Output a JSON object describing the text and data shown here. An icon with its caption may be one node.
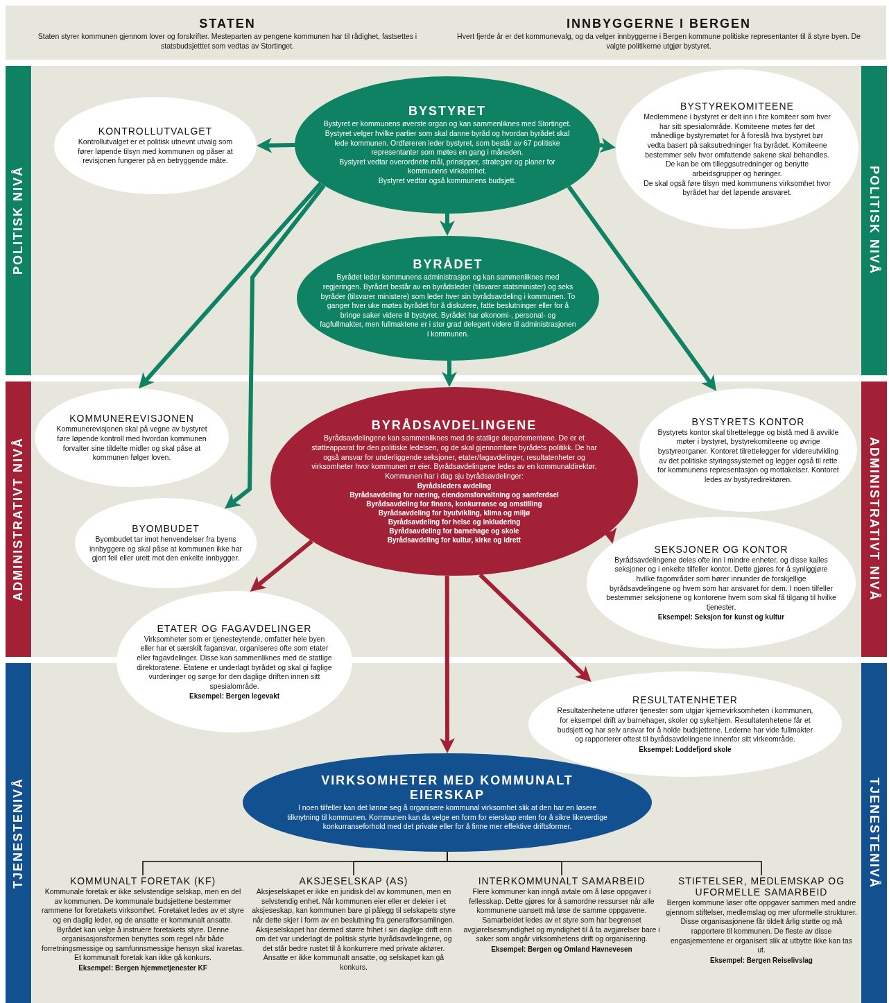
{
  "diagram": {
    "nodes": [
      {
        "text": [
          "STATEN",
          "Staten styrer kommunen gjennom lover og forskrifter. Mesteparten av pengene kommunen har til rådighet, fastsettes i statsbudsjetttet som vedtas av Stortinget."
        ]
      },
      {
        "text": [
          "INNBYGGERNE I BERGEN",
          "Hvert fjerde år er det kommunevalg, og da velger innbyggerne i Bergen kommune politiske representanter til å styre byen. De valgte politikerne utgjør bystyret."
        ]
      },
      {
        "text": [
          "KONTROLLUTVALGET",
          "Kontrollutvalget er et politisk utnevnt utvalg som fører løpende tilsyn med kommunen og påser at revisjonen fungerer på en betryggende måte."
        ]
      },
      {
        "text": [
          "BYSTYRET",
          "Bystyret er kommunens øverste organ og kan sammenliknes med Stortinget. Bystyret velger hvilke partier som skal danne byråd og hvordan byrådet skal lede kommunen. Ordføreren leder bystyret, som består av 67 politiske representanter som møtes en gang i måneden.",
          "Bystyret vedtar overordnete mål, prinsipper, strategier og planer for kommunens virksomhet.",
          "Bystyret vedtar også kommunens budsjett."
        ]
      },
      {
        "text": [
          "BYSTYREKOMITEENE",
          "Medlemmene i bystyret er delt inn i fire komiteer som hver har sitt spesialområde. Komiteene møtes før det månedlige bystyremøtet for å foreslå hva bystyret bør vedta basert på saksutredninger fra byrådet. Komiteene bestemmer selv hvor omfattende sakene skal behandles. De kan be om tilleggsutredninger og benytte arbeidsgrupper og høringer.",
          "De skal også føre tilsyn med kommunens virksomhet hvor byrådet har det løpende ansvaret."
        ]
      },
      {
        "text": [
          "BYRÅDET",
          "Byrådet leder kommunens administrasjon og kan sammenliknes med regjeringen. Byrådet består av en byrådsleder (tilsvarer statsminister) og seks byråder (tilsvarer ministere) som leder hver sin byrådsavdeling i kommunen. To ganger hver uke møtes byrådet for å diskutere, fatte beslutninger eller for å bringe saker videre til bystyret. Byrådet har økonomi-, personal- og fagfullmakter, men fullmaktene er i stor grad delegert videre til administrasjonen i kommunen."
        ]
      },
      {
        "text": [
          "KOMMUNEREVISJONEN",
          "Kommunerevisjonen skal på vegne av bystyret føre løpende kontroll med hvordan kommunen forvalter sine tildelte midler og skal påse at kommunen følger loven."
        ]
      },
      {
        "text": [
          "BYRÅDSAVDELINGENE",
          "Byrådsavdelingene kan sammenliknes med de statlige departementene. De er et støtteapparat for den politiske ledelsen, og de skal gjennomføre byrådets politikk. De har også ansvar for underliggende seksjoner, etater/fagavdelinger, resultatenheter og virksomheter hvor kommunen er eier. Byrådsavdelingene ledes av en kommunaldirektør. Kommunen har i dag sju byrådsavdelinger:",
          "Byrådsleders avdeling",
          "Byrådsavdeling for næring, eiendomsforvaltning og samferdsel",
          "Byrådsavdeling for finans, konkurranse og omstilling",
          "Byrådsavdeling for byutvikling, klima og miljø",
          "Byrådsavdeling for helse og inkludering",
          "Byrådsavdeling for barnehage og skole",
          "Byrådsavdeling for kultur, kirke og idrett"
        ]
      },
      {
        "text": [
          "BYSTYRETS KONTOR",
          "Bystyrets kontor skal tilrettelegge og bistå med å avvikle møter i bystyret, bystyrekomiteene og øvrige bystyreorganer. Kontoret tilrettelegger for videreutvikling av det politiske styringssystemet og legger også til rette for kommunens representasjon og mottakelser. Kontoret ledes av bystyredirektøren."
        ]
      },
      {
        "text": [
          "BYOMBUDET",
          "Byombudet tar imot henvendelser fra byens innbyggere og skal påse at kommunen ikke har gjort feil eller urett mot den enkelte innbygger."
        ]
      },
      {
        "text": [
          "SEKSJONER OG KONTOR",
          "Byrådsavdelingene deles ofte inn i mindre enheter, og disse kalles seksjoner og i enkelte tilfeller kontor. Dette gjøres for å synliggjøre hvilke fagområder som hører innunder de forskjellige byrådsavdelingene og hvem som har ansvaret for dem. I noen tilfeller bestemmer seksjonene og kontorene hvem som skal få tilgang til hvilke tjenester.",
          "Eksempel: Seksjon for kunst og kultur"
        ]
      },
      {
        "text": [
          "ETATER OG FAGAVDELINGER",
          "Virksomheter som er tjenesteytende, omfatter hele byen eller har et særskilt fagansvar, organiseres ofte som etater eller fagavdelinger. Disse kan sammenliknes med de statlige direktoratene. Etatene er underlagt byrådet og skal gi faglige vurderinger og sørge for den daglige driften innen sitt spesialområde.",
          "Eksempel: Bergen legevakt"
        ]
      },
      {
        "text": [
          "RESULTATENHETER",
          "Resultatenhetene utfører tjenester som utgjør kjernevirksomheten i kommunen, for eksempel drift av barnehager, skoler og sykehjem. Resultatenhetene får et budsjett og har selv ansvar for å holde budsjettene. Lederne har vide fullmakter og rapporterer oftest til byrådsavdelingene innenfor sitt virkeområde.",
          "Eksempel: Loddefjord skole"
        ]
      },
      {
        "text": [
          "VIRKSOMHETER MED KOMMUNALT EIERSKAP",
          "I noen tilfeller kan det lønne seg å organisere kommunal virksomhet slik at den har en løsere tilknytning til kommunen. Kommunen kan da velge en form for eierskap enten for å sikre likeverdige konkurranseforhold med det private eller for å finne mer effektive driftsformer."
        ]
      },
      {
        "text": [
          "KOMMUNALT FORETAK (KF)",
          "Kommunale foretak er ikke selvstendige selskap, men en del av kommunen. De kommunale budsjettene bestemmer rammene for foretakets virksomhet. Foretaket ledes av et styre og en daglig leder, og de ansatte er kommunalt ansatte. Byrådet kan velge å instruere foretakets styre. Denne organisasjonsformen benyttes som regel når både forretningsmessige og samfunnsmessige hensyn skal ivaretas.",
          "Et kommunalt foretak kan ikke gå konkurs.",
          "Eksempel: Bergen hjemmetjenester KF"
        ]
      },
      {
        "text": [
          "AKSJESELSKAP (AS)",
          "Aksjeselskapet er ikke en juridisk del av kommunen, men en selvstendig enhet. Når kommunen eier eller er deleier i et aksjeseskap, kan kommunen bare gi pålegg til selskapets styre når dette skjer i form av en beslutning fra generalforsamlingen. Aksjeselskapet har dermed større frihet i sin daglige drift enn om det var underlagt de politisk styrte byrådsavdelingene, og det står bedre rustet til å konkurrere med private aktører. Ansatte er ikke kommunalt ansatte, og selskapet kan gå konkurs."
        ]
      },
      {
        "text": [
          "INTERKOMMUNALT SAMARBEID",
          "Flere kommuner kan inngå avtale om å løse oppgaver i fellesskap. Dette gjøres for å samordne ressurser når alle kommunene uansett må løse de samme oppgavene. Samarbeidet ledes av et styre som har begrenset avgjørelsesmyndighet og myndighet til å ta avgjørelser bare i saker som angår virksomhetens drift og organisering.",
          "Eksempel: Bergen og Omland Havnevesen"
        ]
      },
      {
        "text": [
          "STIFTELSER, MEDLEMSKAP OG UFORMELLE SAMARBEID",
          "Bergen kommune løser ofte oppgaver sammen med andre gjennom stiftelser, medlemslag og mer uformelle strukturer. Disse organisasjonene får tildelt årlig støtte og må rapportere til kommunen. De fleste av disse engasjementene er organisert slik at utbytte ikke kan tas ut.",
          "Eksempel: Bergen Reiselivslag"
        ]
      }
    ],
    "edges": [
      {
        "from": 3,
        "to": 2,
        "arrow": "to"
      },
      {
        "from": 3,
        "to": 4,
        "arrow": "to"
      },
      {
        "from": 3,
        "to": 5,
        "arrow": "to"
      },
      {
        "from": 3,
        "to": 6,
        "arrow": "to"
      },
      {
        "from": 3,
        "to": 9,
        "arrow": "to"
      },
      {
        "from": 3,
        "to": 8,
        "arrow": "to"
      },
      {
        "from": 5,
        "to": 7,
        "arrow": "to"
      },
      {
        "from": 7,
        "to": 10,
        "arrow": "to",
        "color": "#a32136"
      },
      {
        "from": 7,
        "to": 11,
        "arrow": "to",
        "color": "#a32136"
      },
      {
        "from": 7,
        "to": 12,
        "arrow": "to",
        "color": "#a32136"
      },
      {
        "from": 7,
        "to": 13,
        "arrow": "to",
        "color": "#a32136"
      },
      {
        "from": 13,
        "to": 14,
        "arrow": "none",
        "color": "#111111"
      },
      {
        "from": 13,
        "to": 15,
        "arrow": "none",
        "color": "#111111"
      },
      {
        "from": 13,
        "to": 16,
        "arrow": "none",
        "color": "#111111"
      },
      {
        "from": 13,
        "to": 17,
        "arrow": "none",
        "color": "#111111"
      }
    ],
    "labels": [
      "POLITISK NIVÅ",
      "POLITISK NIVÅ",
      "ADMINISTRATIVT NIVÅ",
      "ADMINISTRATIVT NIVÅ",
      "TJENESTENIVÅ",
      "TJENESTENIVÅ"
    ]
  }
}
